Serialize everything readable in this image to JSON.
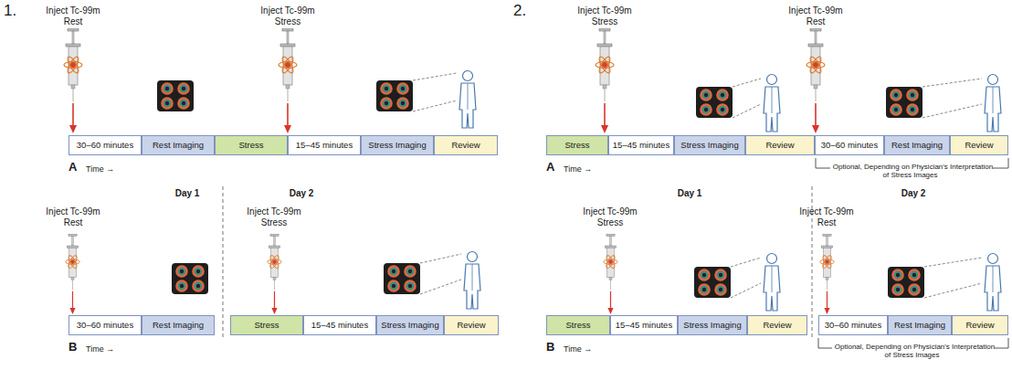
{
  "diagram": {
    "nodes": [
      {
        "text": [
          "30–60 minutes"
        ]
      },
      {
        "text": [
          "Rest Imaging"
        ]
      },
      {
        "text": [
          "Stress"
        ]
      },
      {
        "text": [
          "15–45 minutes"
        ]
      },
      {
        "text": [
          "Stress Imaging"
        ]
      },
      {
        "text": [
          "Review"
        ]
      },
      {
        "text": [
          "30–60 minutes"
        ]
      },
      {
        "text": [
          "Rest Imaging"
        ]
      },
      {
        "text": [
          "Stress"
        ]
      },
      {
        "text": [
          "15–45 minutes"
        ]
      },
      {
        "text": [
          "Stress Imaging"
        ]
      },
      {
        "text": [
          "Review"
        ]
      },
      {
        "text": [
          "Stress"
        ]
      },
      {
        "text": [
          "15–45 minutes"
        ]
      },
      {
        "text": [
          "Stress Imaging"
        ]
      },
      {
        "text": [
          "Review"
        ]
      },
      {
        "text": [
          "30–60 minutes"
        ]
      },
      {
        "text": [
          "Rest Imaging"
        ]
      },
      {
        "text": [
          "Review"
        ]
      },
      {
        "text": [
          "Stress"
        ]
      },
      {
        "text": [
          "15–45 minutes"
        ]
      },
      {
        "text": [
          "Stress Imaging"
        ]
      },
      {
        "text": [
          "Review"
        ]
      },
      {
        "text": [
          "30–60 minutes"
        ]
      },
      {
        "text": [
          "Rest Imaging"
        ]
      },
      {
        "text": [
          "Review"
        ]
      }
    ],
    "labels": [
      "1.",
      "Inject Tc-99m Rest",
      "Inject Tc-99m Stress",
      "A",
      "Time →",
      "Day 1",
      "Day 2",
      "Inject Tc-99m Rest",
      "Inject Tc-99m Stress",
      "B",
      "Time →",
      "2.",
      "Inject Tc-99m Stress",
      "Inject Tc-99m Rest",
      "A",
      "Time →",
      "Optional, Depending on Physician's Interpretation of Stress Images",
      "Day 1",
      "Day 2",
      "Inject Tc-99m Stress",
      "Inject Tc-99m Rest",
      "B",
      "Time →",
      "Optional, Depending on Physician's Interpretation of Stress Images"
    ]
  }
}
